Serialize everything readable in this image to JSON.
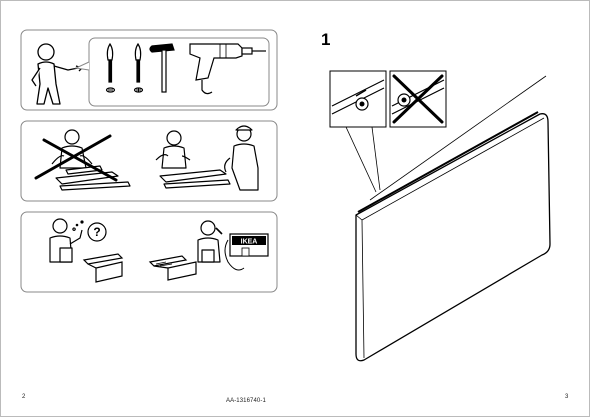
{
  "page": {
    "left_page_number": "2",
    "right_page_number": "3",
    "document_code": "AA-1316740-1",
    "step_number": "1"
  },
  "panels": {
    "tools_icons": [
      "person-pointing-icon",
      "flathead-screwdriver-icon",
      "phillips-screwdriver-icon",
      "hammer-icon",
      "power-drill-icon"
    ],
    "help_icons": [
      "person-alone-crossed-out-icon",
      "two-people-assembling-icon"
    ],
    "contact_icons": [
      "confused-person-icon",
      "question-mark-icon",
      "person-on-phone-icon",
      "store-icon"
    ],
    "store_sign": "IKEA"
  },
  "step1": {
    "icons": [
      "correct-mount-detail-icon",
      "incorrect-mount-detail-icon",
      "panel-board-icon"
    ]
  },
  "colors": {
    "ink": "#000000",
    "paper": "#ffffff",
    "frame": "#888888"
  }
}
